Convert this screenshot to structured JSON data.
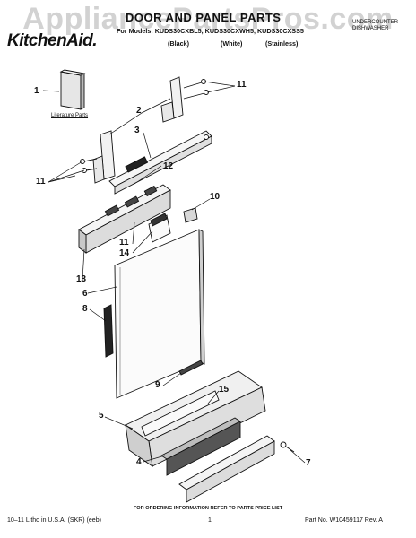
{
  "watermark": "AppliancePartsPros.com",
  "header": {
    "title": "DOOR AND PANEL PARTS",
    "models_line": "For Models: KUDS30CXBL5, KUDS30CXWH5, KUDS30CXSS5",
    "finishes": [
      "(Black)",
      "(White)",
      "(Stainless)"
    ],
    "brand": "KitchenAid.",
    "product_line": [
      "UNDERCOUNTER",
      "DISHWASHER"
    ]
  },
  "literature_label": "Literature Parts",
  "callouts": [
    "1",
    "2",
    "3",
    "11",
    "11",
    "12",
    "10",
    "11",
    "14",
    "13",
    "6",
    "8",
    "9",
    "15",
    "5",
    "4",
    "7"
  ],
  "footer": {
    "note": "FOR ORDERING INFORMATION REFER TO PARTS PRICE LIST",
    "left": "10–11 Litho in U.S.A. (SKR) (eeb)",
    "page": "1",
    "right": "Part No. W10459117 Rev. A"
  }
}
